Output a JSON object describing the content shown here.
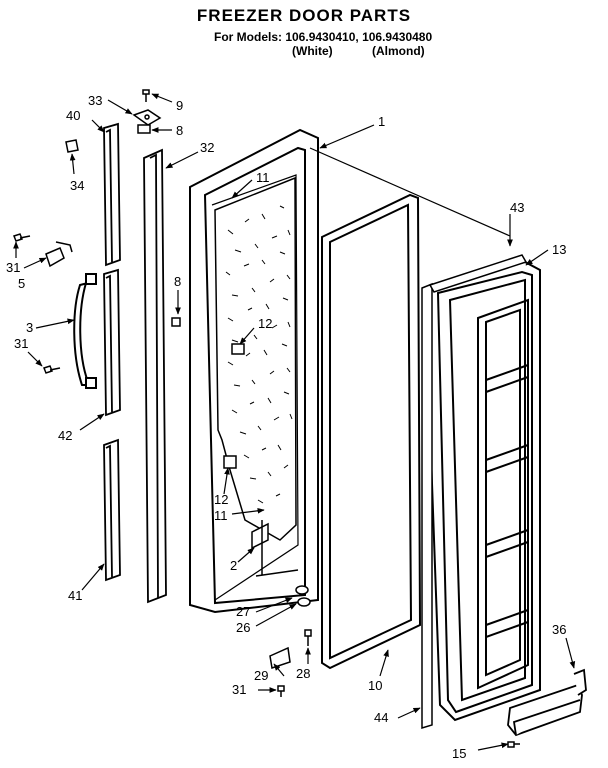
{
  "header": {
    "title": "FREEZER DOOR PARTS",
    "models_line": "For Models: 106.9430410, 106.9430480",
    "color_white": "(White)",
    "color_almond": "(Almond)"
  },
  "callouts": {
    "c1": "1",
    "c2": "2",
    "c3": "3",
    "c5": "5",
    "c8a": "8",
    "c8b": "8",
    "c9": "9",
    "c10": "10",
    "c11a": "11",
    "c11b": "11",
    "c12a": "12",
    "c12b": "12",
    "c13": "13",
    "c15": "15",
    "c26": "26",
    "c27": "27",
    "c28": "28",
    "c29": "29",
    "c31a": "31",
    "c31b": "31",
    "c31c": "31",
    "c32": "32",
    "c33": "33",
    "c34": "34",
    "c36": "36",
    "c40": "40",
    "c41": "41",
    "c42": "42",
    "c43": "43",
    "c44": "44"
  }
}
